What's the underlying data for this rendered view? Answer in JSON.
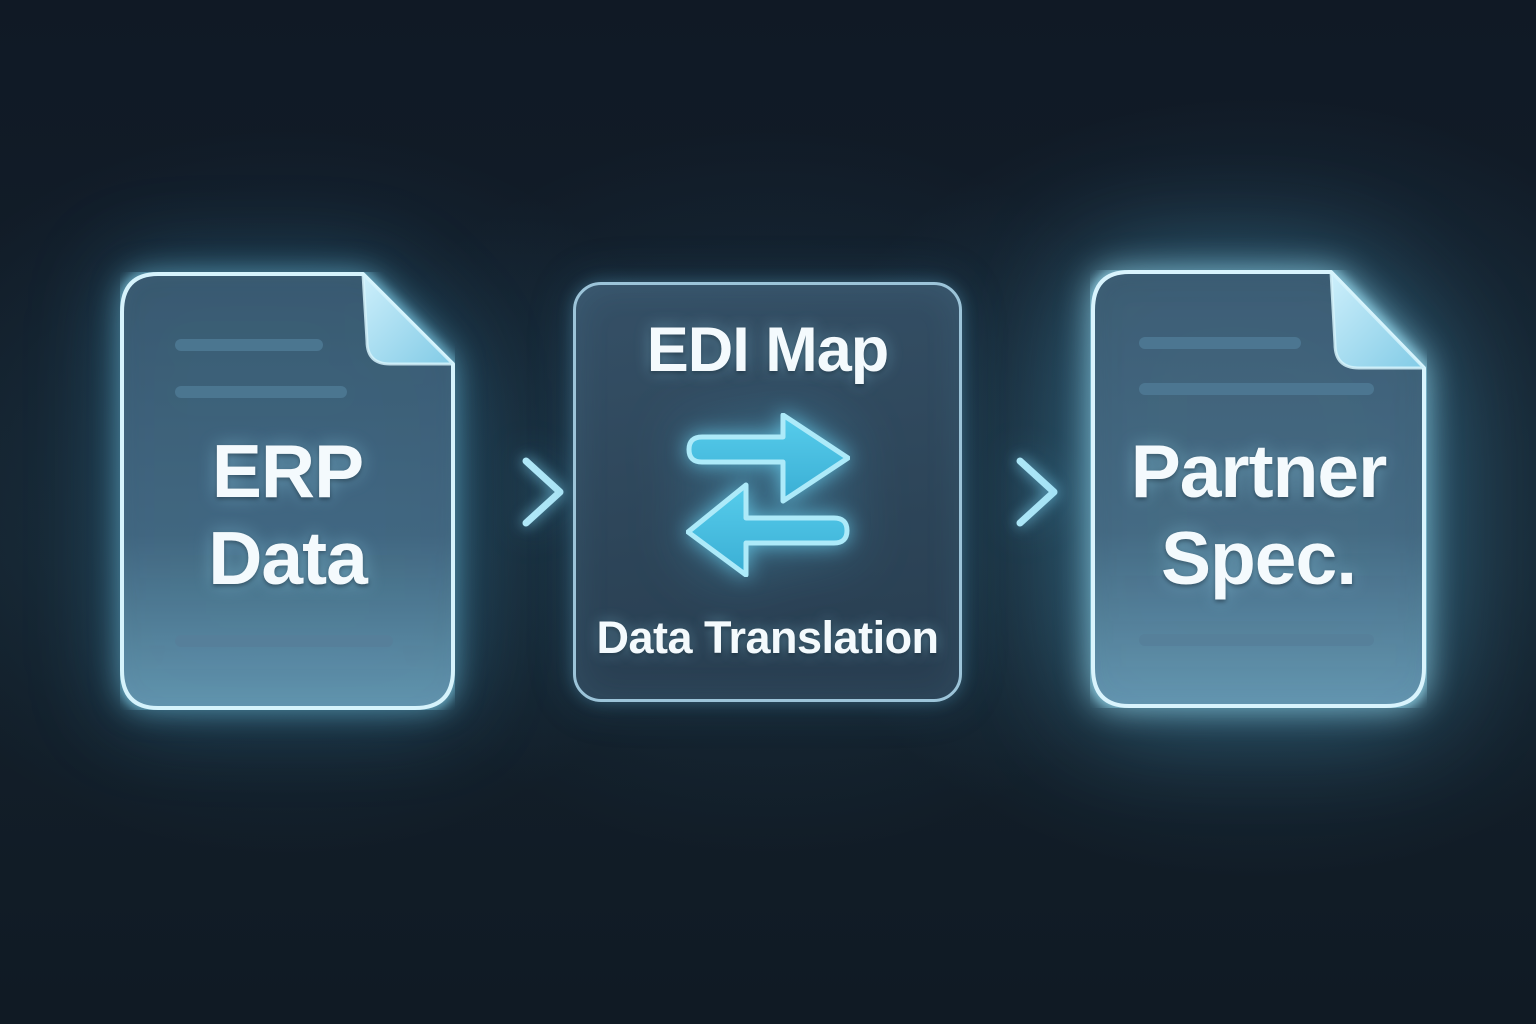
{
  "diagram": {
    "type": "flow",
    "nodes": {
      "source": {
        "label": "ERP\nData",
        "shape": "document"
      },
      "processor": {
        "title": "EDI Map",
        "subtitle": "Data Translation",
        "shape": "rounded-box"
      },
      "target": {
        "label": "Partner\nSpec.",
        "shape": "document"
      }
    },
    "edges": [
      {
        "from": "source",
        "to": "processor",
        "style": "arrow-right"
      },
      {
        "from": "processor",
        "to": "target",
        "style": "arrow-right"
      }
    ],
    "colors": {
      "background": "#121c27",
      "accent_cyan": "#7fd9f2",
      "doc_border": "#d6f3fc",
      "doc_fill_top": "#38566d",
      "doc_fill_bottom": "#6395af",
      "fold_fill": "#aee3f5",
      "box_border": "#9cc4d9",
      "box_fill": "#30495e",
      "text": "#f4fafd",
      "placeholder_line": "#4e7994",
      "swap_arrow_fill": "#45bce0",
      "swap_arrow_stroke": "#adeaf9",
      "connector": "#9adef4"
    }
  }
}
